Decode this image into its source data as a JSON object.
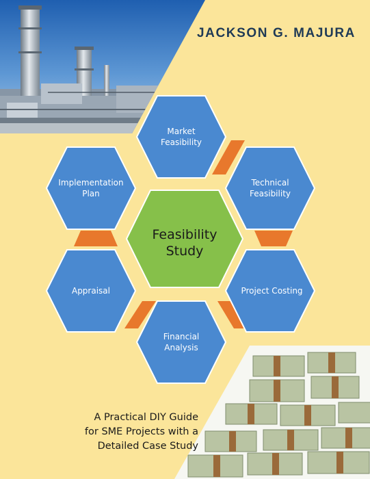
{
  "author": "JACKSON G. MAJURA",
  "center": {
    "line1": "Feasibility",
    "line2": "Study"
  },
  "hexagons": {
    "market": {
      "line1": "Market",
      "line2": "Feasibility"
    },
    "technical": {
      "line1": "Technical",
      "line2": "Feasibility"
    },
    "costing": {
      "line1": "Project Costing"
    },
    "financial": {
      "line1": "Financial",
      "line2": "Analysis"
    },
    "appraisal": {
      "line1": "Appraisal"
    },
    "implementation": {
      "line1": "Implementation",
      "line2": "Plan"
    }
  },
  "subtitle": {
    "line1": "A Practical DIY Guide",
    "line2": "for SME Projects with a",
    "line3": "Detailed Case Study"
  },
  "colors": {
    "background": "#fbe59a",
    "hex_blue": "#4a89d0",
    "hex_border": "#ffffff",
    "center_green": "#86c04a",
    "connector_orange": "#e8782c",
    "author_navy": "#1f3a56"
  },
  "images": [
    "power-plant-photo",
    "money-stacks-photo"
  ]
}
